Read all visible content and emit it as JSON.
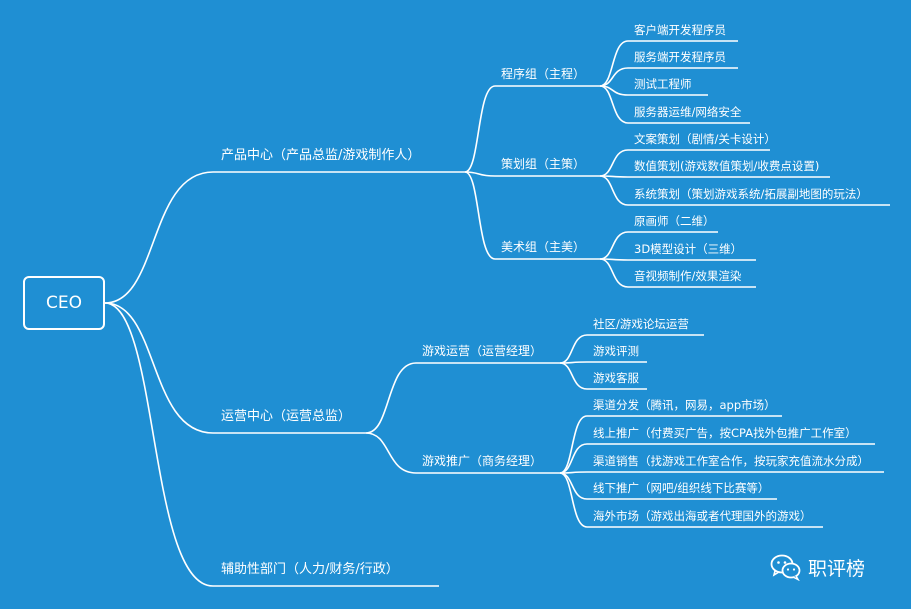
{
  "root": {
    "label": "CEO"
  },
  "departments": [
    {
      "label": "产品中心（产品总监/游戏制作人）",
      "groups": [
        {
          "label": "程序组（主程）",
          "roles": [
            "客户端开发程序员",
            "服务端开发程序员",
            "测试工程师",
            "服务器运维/网络安全"
          ]
        },
        {
          "label": "策划组（主策）",
          "roles": [
            "文案策划（剧情/关卡设计）",
            "数值策划(游戏数值策划/收费点设置)",
            "系统策划（策划游戏系统/拓展副地图的玩法）"
          ]
        },
        {
          "label": "美术组（主美）",
          "roles": [
            "原画师（二维）",
            "3D模型设计（三维）",
            "音视频制作/效果渲染"
          ]
        }
      ]
    },
    {
      "label": "运营中心（运营总监）",
      "groups": [
        {
          "label": "游戏运营（运营经理）",
          "roles": [
            "社区/游戏论坛运营",
            "游戏评测",
            "游戏客服"
          ]
        },
        {
          "label": "游戏推广（商务经理）",
          "roles": [
            "渠道分发（腾讯，网易，app市场）",
            "线上推广（付费买广告，按CPA找外包推广工作室）",
            "渠道销售（找游戏工作室合作，按玩家充值流水分成）",
            "线下推广（网吧/组织线下比赛等）",
            "海外市场（游戏出海或者代理国外的游戏）"
          ]
        }
      ]
    },
    {
      "label": "辅助性部门（人力/财务/行政）",
      "groups": []
    }
  ],
  "watermark": {
    "text": "职评榜",
    "icon": "wechat-icon"
  },
  "colors": {
    "background": "#1f8fd3",
    "line": "#ffffff"
  }
}
